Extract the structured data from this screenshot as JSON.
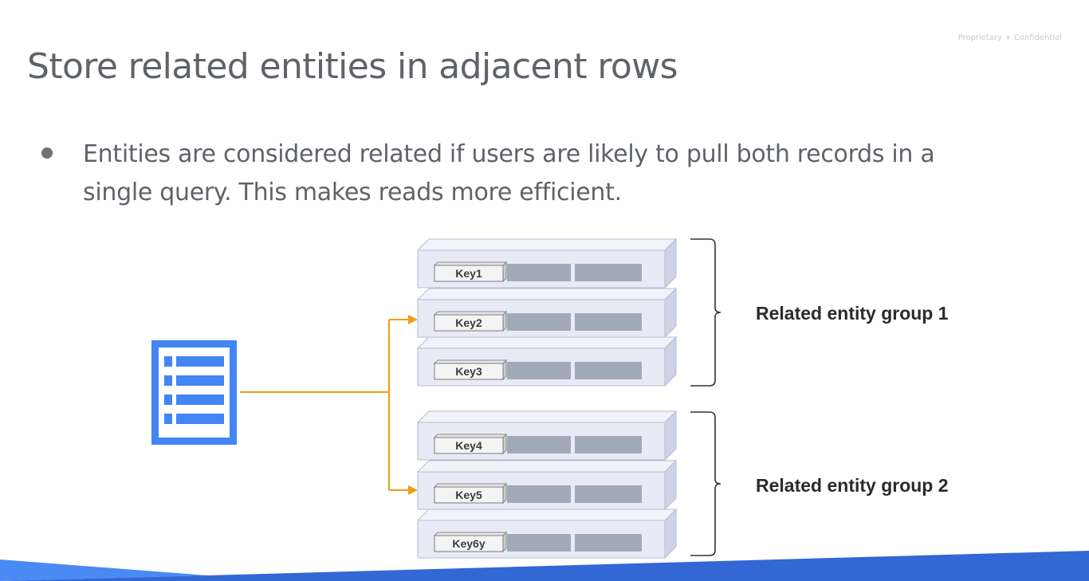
{
  "slide": {
    "confidential_note": "Proprietary + Confidential",
    "title": "Store related entities in adjacent rows",
    "bullet": "Entities are considered related if users are likely to pull both records in a single query. This makes reads more efficient."
  },
  "diagram": {
    "source_icon": "table-icon",
    "rows": [
      {
        "key": "Key1"
      },
      {
        "key": "Key2"
      },
      {
        "key": "Key3"
      },
      {
        "key": "Key4"
      },
      {
        "key": "Key5"
      },
      {
        "key": "Key6y"
      }
    ],
    "groups": [
      {
        "label": "Related entity group 1"
      },
      {
        "label": "Related entity group 2"
      }
    ],
    "colors": {
      "arrow": "#f09d13",
      "icon": "#4285f4",
      "row_face": "#e8eaf6",
      "row_cell": "#a2aab9",
      "footer_blue": "#3b78e7"
    }
  }
}
